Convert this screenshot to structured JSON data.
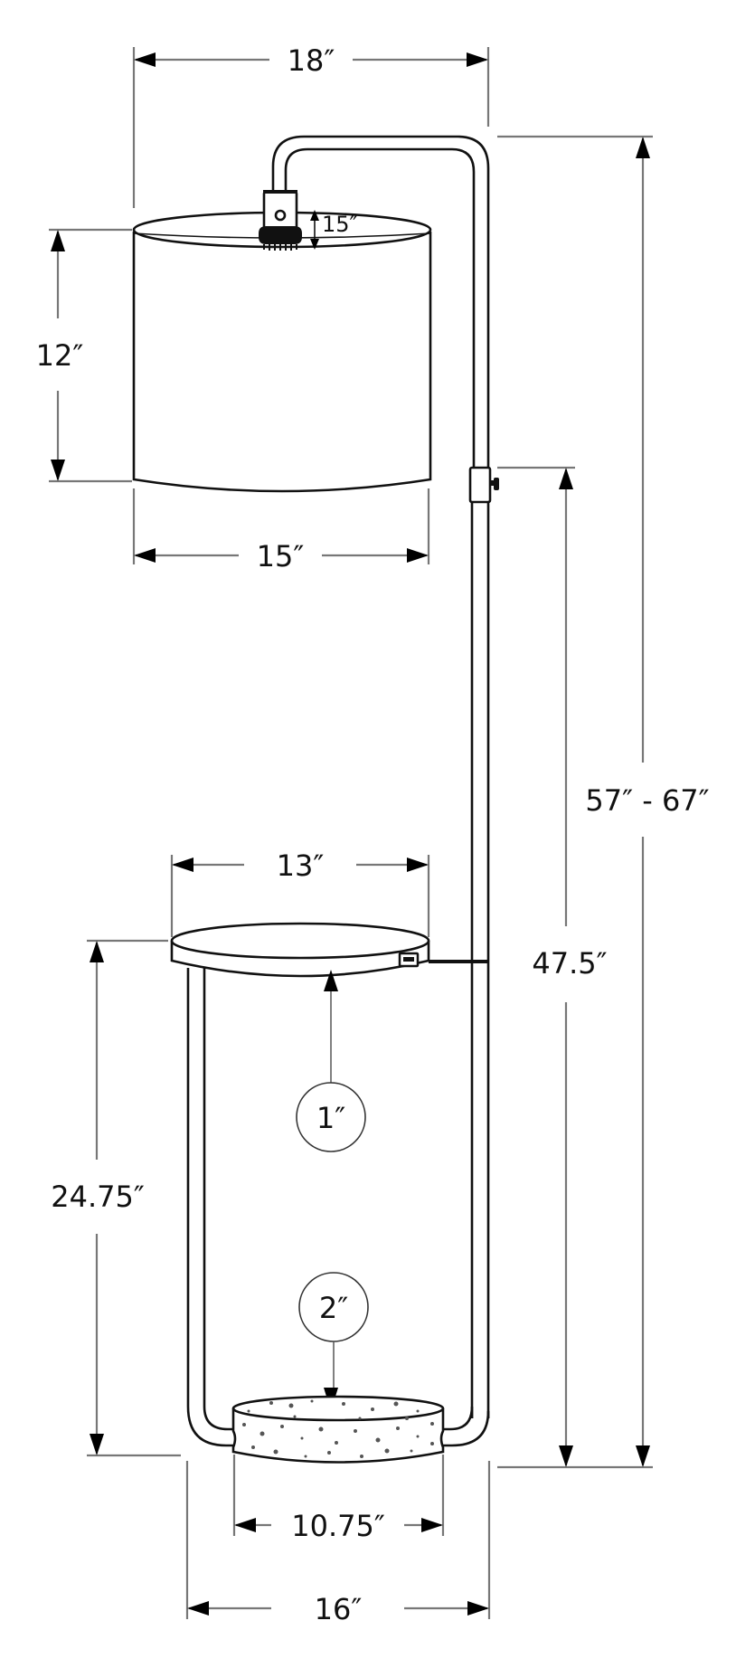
{
  "diagram": {
    "subject": "Floor lamp with shelf and marble base — dimension drawing",
    "colors": {
      "line": "#111111",
      "dimension_line": "#777777",
      "background": "#ffffff",
      "speckle": "#555555"
    },
    "dimensions": {
      "overall_width": "18″",
      "shade_height": "12″",
      "shade_width": "15″",
      "harp_offset": "15″",
      "overall_height": "57″ - 67″",
      "switch_height": "47.5″",
      "shelf_width": "13″",
      "shelf_height": "24.75″",
      "shelf_thickness": "1″",
      "base_thickness": "2″",
      "base_width": "10.75″",
      "frame_width": "16″"
    },
    "parts": [
      "lamp-shade",
      "socket",
      "arched-pole",
      "height-adjust-knob",
      "round-shelf",
      "usb-port",
      "frame-loop",
      "marble-base"
    ]
  }
}
